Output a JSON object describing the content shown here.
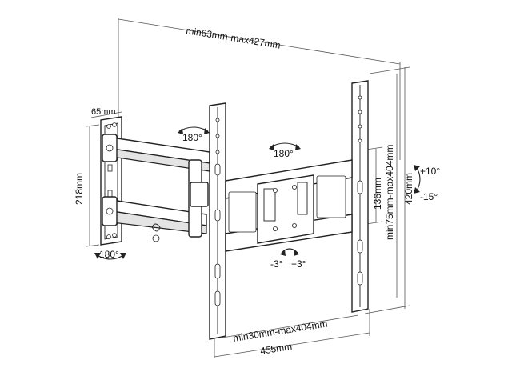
{
  "dimensions": {
    "top_span": "min63mm-max427mm",
    "wall_plate_width": "65mm",
    "wall_plate_height": "218mm",
    "vesa_vertical_small": "136mm",
    "vesa_vertical_range": "min75mm-max404mm",
    "frame_height": "420mm",
    "vesa_horizontal_range": "min30mm-max404mm",
    "frame_width": "455mm"
  },
  "rotations": {
    "arm_top": "180°",
    "arm_middle": "180°",
    "wall_bottom": "180°",
    "tilt_up": "+10°",
    "tilt_down": "-15°",
    "level_minus": "-3°",
    "level_plus": "+3°"
  }
}
